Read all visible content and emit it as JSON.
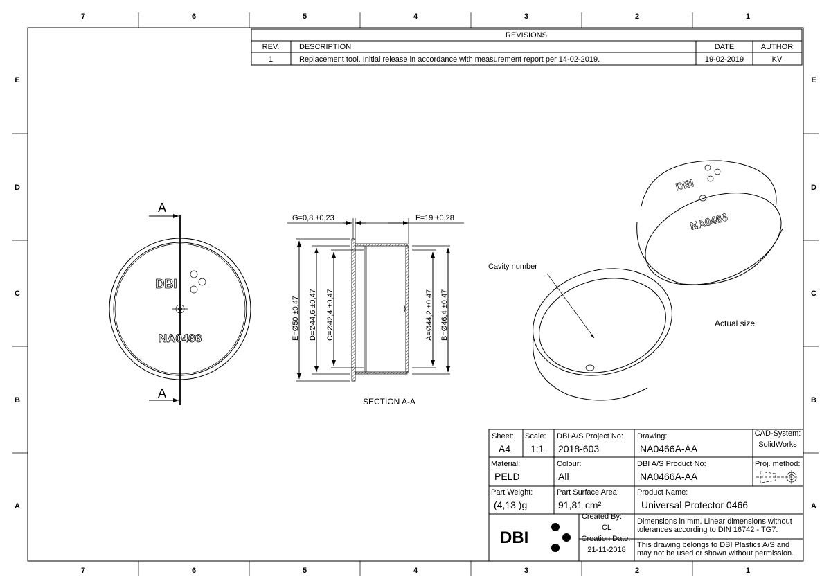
{
  "zones": {
    "columns": [
      "7",
      "6",
      "5",
      "4",
      "3",
      "2",
      "1"
    ],
    "rows": [
      "E",
      "D",
      "C",
      "B",
      "A"
    ]
  },
  "revisions": {
    "title": "REVISIONS",
    "headers": [
      "REV.",
      "DESCRIPTION",
      "DATE",
      "AUTHOR"
    ],
    "rows": [
      {
        "rev": "1",
        "description": "Replacement tool. Initial release in accordance with measurement report per 14-02-2019.",
        "date": "19-02-2019",
        "author": "KV"
      }
    ]
  },
  "views": {
    "section_label": "A",
    "part_logo": "DBI",
    "part_number": "NA0466",
    "section_title": "SECTION A-A",
    "dims": {
      "G": "G=0,8 ±0,23",
      "F": "F=19 ±0,28",
      "E": "E=Ø50 ±0,47",
      "D": "D=Ø44,6 ±0,47",
      "C": "C=Ø42,4 ±0,47",
      "A": "A=Ø44,2 ±0,47",
      "B": "B=Ø46,4 ±0,47"
    },
    "cavity_note": "Cavity number",
    "actual_size": "Actual size"
  },
  "title_block": {
    "sheet_label": "Sheet:",
    "sheet": "A4",
    "scale_label": "Scale:",
    "scale": "1:1",
    "project_label": "DBI A/S Project No:",
    "project": "2018-603",
    "drawing_label": "Drawing:",
    "drawing": "NA0466A-AA",
    "cad_label": "CAD-System:",
    "cad": "SolidWorks",
    "material_label": "Material:",
    "material": "PELD",
    "colour_label": "Colour:",
    "colour": "All",
    "product_no_label": "DBI A/S Product No:",
    "product_no": "NA0466A-AA",
    "proj_label": "Proj. method:",
    "weight_label": "Part Weight:",
    "weight": "(4,13 )g",
    "area_label": "Part Surface Area:",
    "area": "91,81 cm²",
    "product_name_label": "Product Name:",
    "product_name": "Universal Protector 0466",
    "logo": "DBI",
    "created_by_label": "Created By:",
    "created_by": "CL",
    "creation_date_label": "Creation Date:",
    "creation_date": "21-11-2018",
    "note1a": "Dimensions in mm. Linear dimensions without",
    "note1b": "tolerances according to DIN 16742 - TG7.",
    "note2a": "This drawing belongs to DBI Plastics A/S and",
    "note2b": "may not be used or shown without permission."
  }
}
